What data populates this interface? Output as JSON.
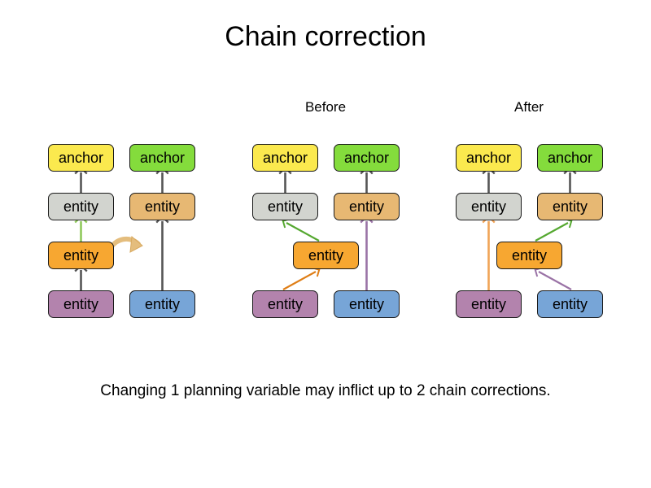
{
  "page": {
    "title": "Chain correction",
    "caption": "Changing 1 planning variable may inflict up to 2 chain corrections.",
    "background": "#ffffff"
  },
  "labels": {
    "before": "Before",
    "after": "After"
  },
  "palette": {
    "anchor_yellow": "#fbe94e",
    "anchor_green": "#84dc3c",
    "entity_grey": "#d2d4cf",
    "entity_tan": "#e7b873",
    "entity_orange": "#f7a731",
    "entity_purple": "#b383ad",
    "entity_blue": "#77a5d7",
    "arrow_grey": "#555555",
    "arrow_green": "#55a830",
    "arrow_orange_dark": "#df7e16",
    "arrow_orange_light": "#f0a357",
    "arrow_purple": "#9a73a6",
    "arrow_move_tan": "#e4bd7d",
    "node_border": "#1a1a1a"
  },
  "groups": [
    {
      "id": "initial",
      "label": "",
      "nodes": [
        {
          "id": "g1-a1",
          "text": "anchor",
          "color": "anchor_yellow"
        },
        {
          "id": "g1-a2",
          "text": "anchor",
          "color": "anchor_green"
        },
        {
          "id": "g1-e1",
          "text": "entity",
          "color": "entity_grey"
        },
        {
          "id": "g1-e2",
          "text": "entity",
          "color": "entity_tan"
        },
        {
          "id": "g1-e3",
          "text": "entity",
          "color": "entity_orange"
        },
        {
          "id": "g1-e4",
          "text": "entity",
          "color": "entity_purple"
        },
        {
          "id": "g1-e5",
          "text": "entity",
          "color": "entity_blue"
        }
      ]
    },
    {
      "id": "before",
      "label": "Before",
      "nodes": [
        {
          "id": "g2-a1",
          "text": "anchor",
          "color": "anchor_yellow"
        },
        {
          "id": "g2-a2",
          "text": "anchor",
          "color": "anchor_green"
        },
        {
          "id": "g2-e1",
          "text": "entity",
          "color": "entity_grey"
        },
        {
          "id": "g2-e2",
          "text": "entity",
          "color": "entity_tan"
        },
        {
          "id": "g2-e3",
          "text": "entity",
          "color": "entity_orange"
        },
        {
          "id": "g2-e4",
          "text": "entity",
          "color": "entity_purple"
        },
        {
          "id": "g2-e5",
          "text": "entity",
          "color": "entity_blue"
        }
      ]
    },
    {
      "id": "after",
      "label": "After",
      "nodes": [
        {
          "id": "g3-a1",
          "text": "anchor",
          "color": "anchor_yellow"
        },
        {
          "id": "g3-a2",
          "text": "anchor",
          "color": "anchor_green"
        },
        {
          "id": "g3-e1",
          "text": "entity",
          "color": "entity_grey"
        },
        {
          "id": "g3-e2",
          "text": "entity",
          "color": "entity_tan"
        },
        {
          "id": "g3-e3",
          "text": "entity",
          "color": "entity_orange"
        },
        {
          "id": "g3-e4",
          "text": "entity",
          "color": "entity_purple"
        },
        {
          "id": "g3-e5",
          "text": "entity",
          "color": "entity_blue"
        }
      ]
    }
  ]
}
